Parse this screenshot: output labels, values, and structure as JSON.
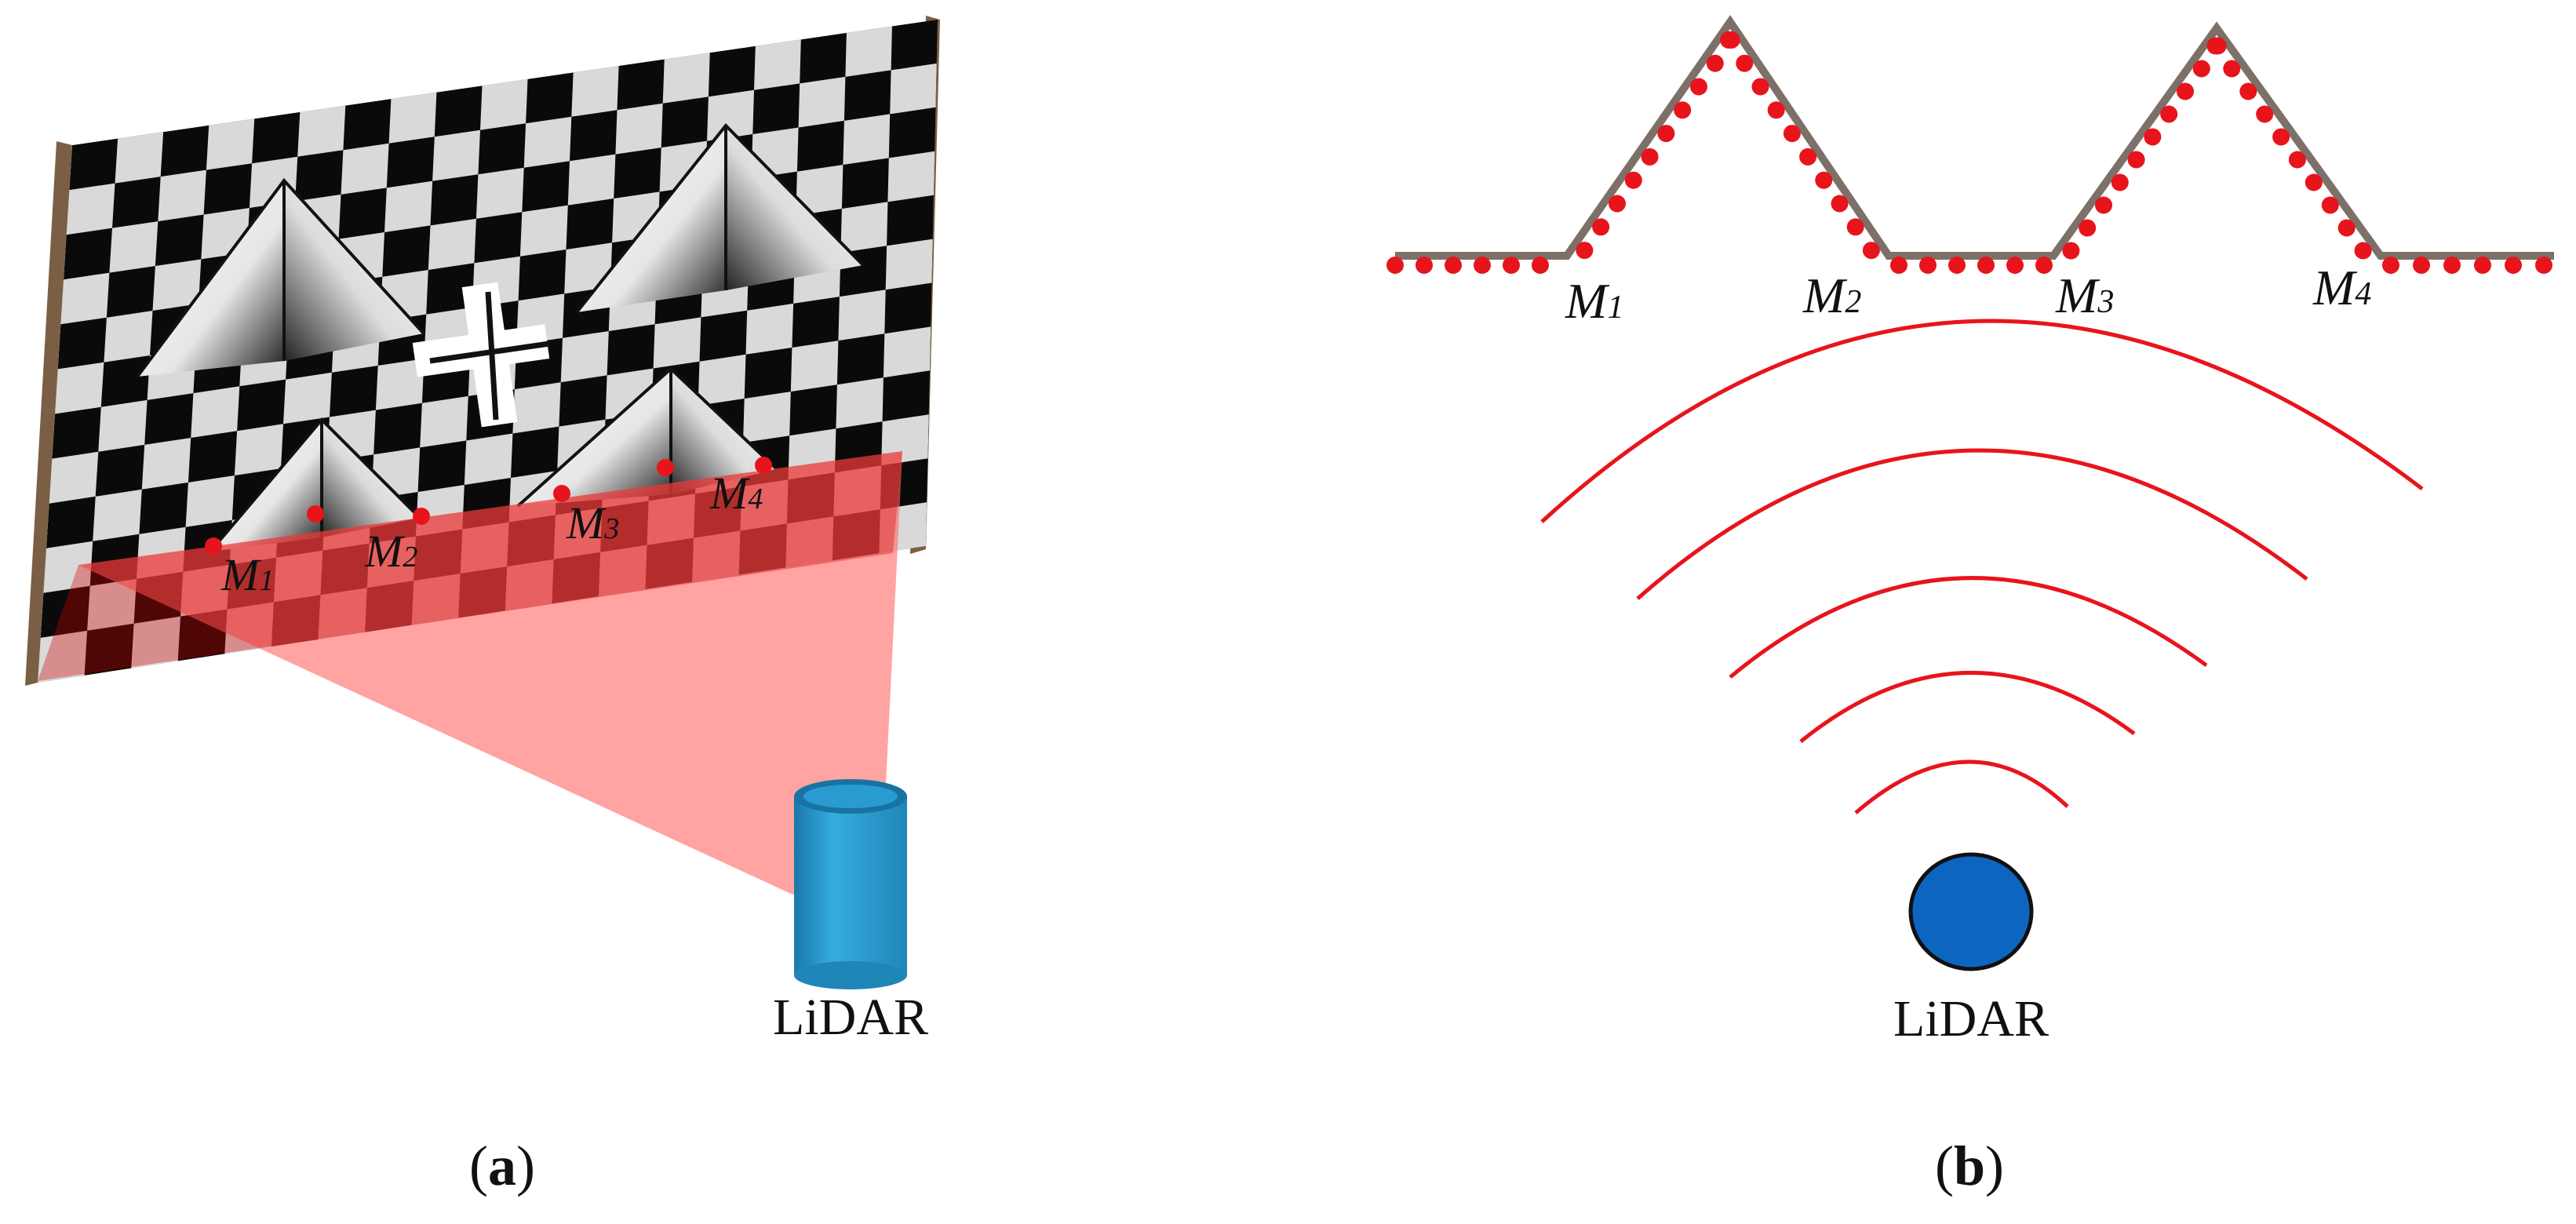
{
  "panels": [
    {
      "id": "a",
      "caption_open": "(",
      "caption_letter": "a",
      "caption_close": ")",
      "sensor_label": "LiDAR",
      "markers": [
        {
          "letter": "M",
          "sub": "1"
        },
        {
          "letter": "M",
          "sub": "2"
        },
        {
          "letter": "M",
          "sub": "3"
        },
        {
          "letter": "M",
          "sub": "4"
        }
      ]
    },
    {
      "id": "b",
      "caption_open": "(",
      "caption_letter": "b",
      "caption_close": ")",
      "sensor_label": "LiDAR",
      "markers": [
        {
          "letter": "M",
          "sub": "1"
        },
        {
          "letter": "M",
          "sub": "2"
        },
        {
          "letter": "M",
          "sub": "3"
        },
        {
          "letter": "M",
          "sub": "4"
        }
      ]
    }
  ],
  "colors": {
    "board_dark": "#0a0a0a",
    "board_light": "#d9d9d9",
    "frame_wood": "#7a5f44",
    "scan_beam": "#ff6b6b",
    "scan_point": "#e8141c",
    "profile_line": "#7c7068",
    "wave_arc": "#e8141c",
    "lidar_cylinder": "#2a9bd0",
    "lidar_dot": "#0c66bf"
  }
}
